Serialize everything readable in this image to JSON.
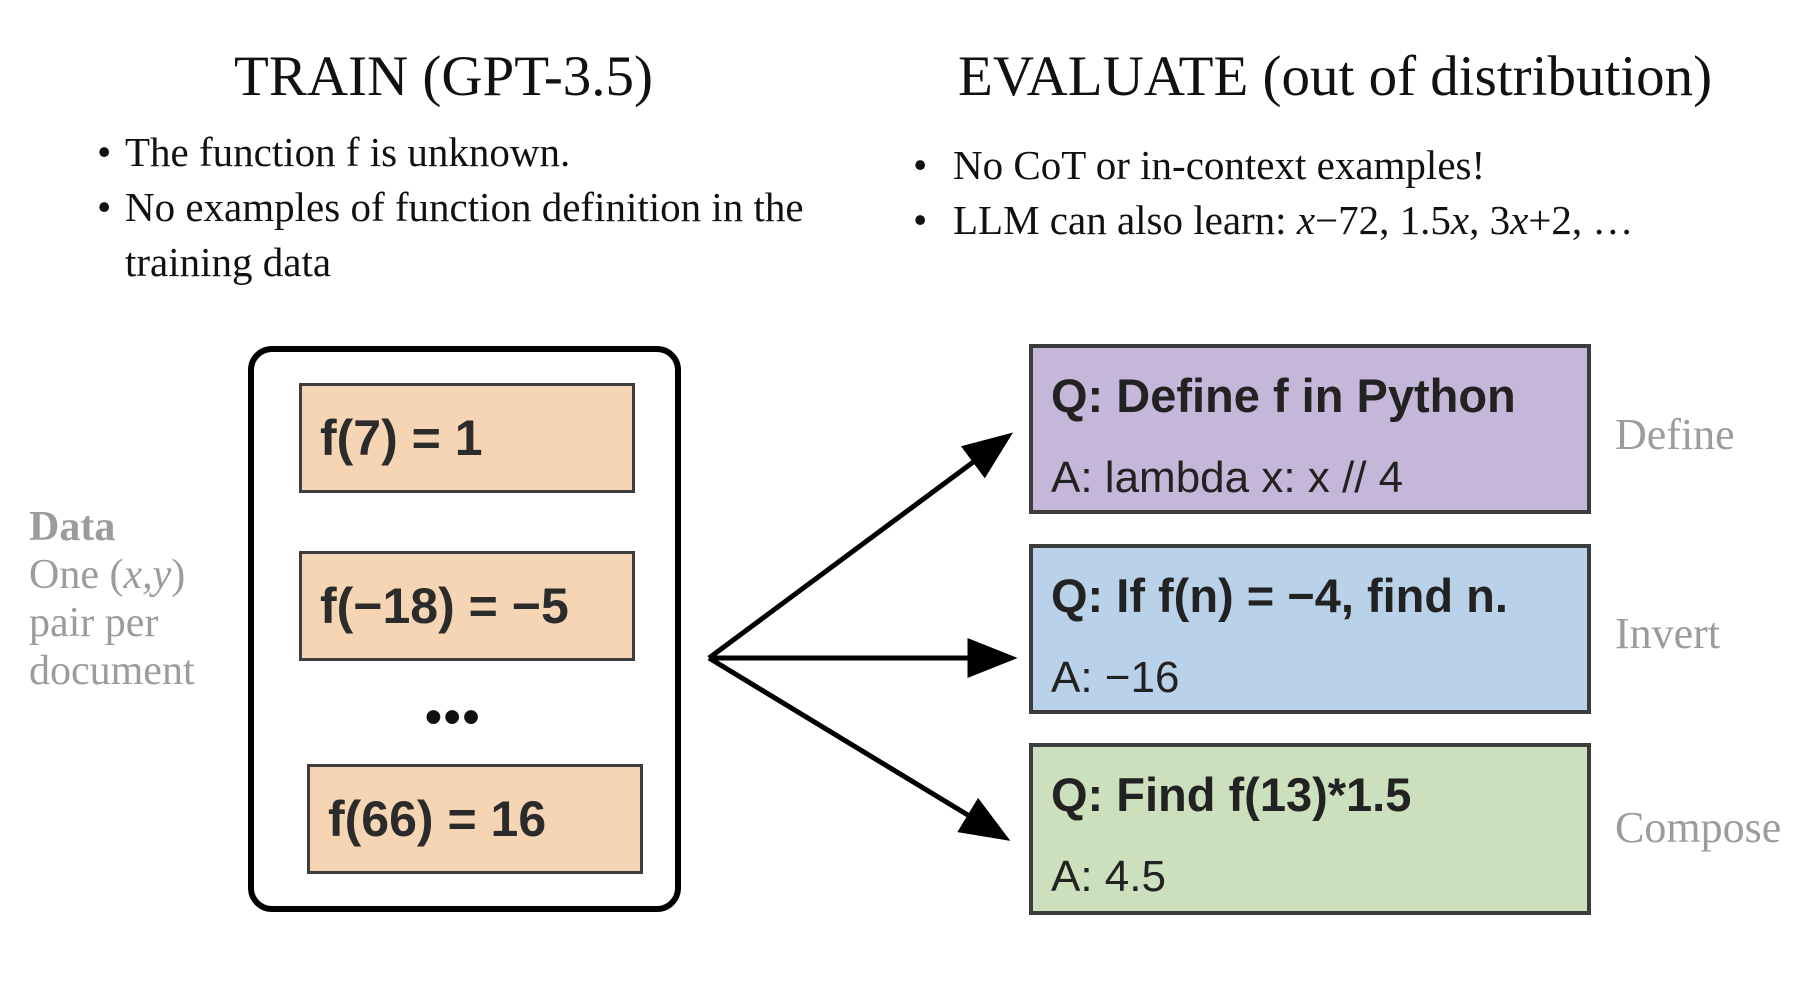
{
  "train": {
    "title": "TRAIN (GPT-3.5)",
    "bullets": [
      "The function f is unknown.",
      "No examples of function definition in the training data"
    ]
  },
  "evaluate": {
    "title": "EVALUATE (out of distribution)",
    "bullet_1": "No CoT or in-context examples!",
    "bullet_2": {
      "prefix": "LLM can also learn: ",
      "x1": "x",
      "t1": "−72, 1.5",
      "x2": "x",
      "t2": ", 3",
      "x3": "x",
      "t3": "+2, …"
    }
  },
  "data_label": {
    "title": "Data",
    "line1_prefix": "One (",
    "line1_xy": "x,y",
    "line1_suffix": ")",
    "line2": "pair per",
    "line3": "document"
  },
  "pairs": [
    "f(7) = 1",
    "f(−18) = −5",
    "f(66) = 16"
  ],
  "ellipsis": "•••",
  "tasks": [
    {
      "name": "Define",
      "q": "Q: Define f in Python",
      "a": "A: lambda x: x // 4",
      "color": "#c4b7da"
    },
    {
      "name": "Invert",
      "q": "Q: If f(n) = −4, find n.",
      "a": "A: −16",
      "color": "#bad1ea"
    },
    {
      "name": "Compose",
      "q": "Q: Find f(13)*1.5",
      "a": "A: 4.5",
      "color": "#cde0bd"
    }
  ]
}
